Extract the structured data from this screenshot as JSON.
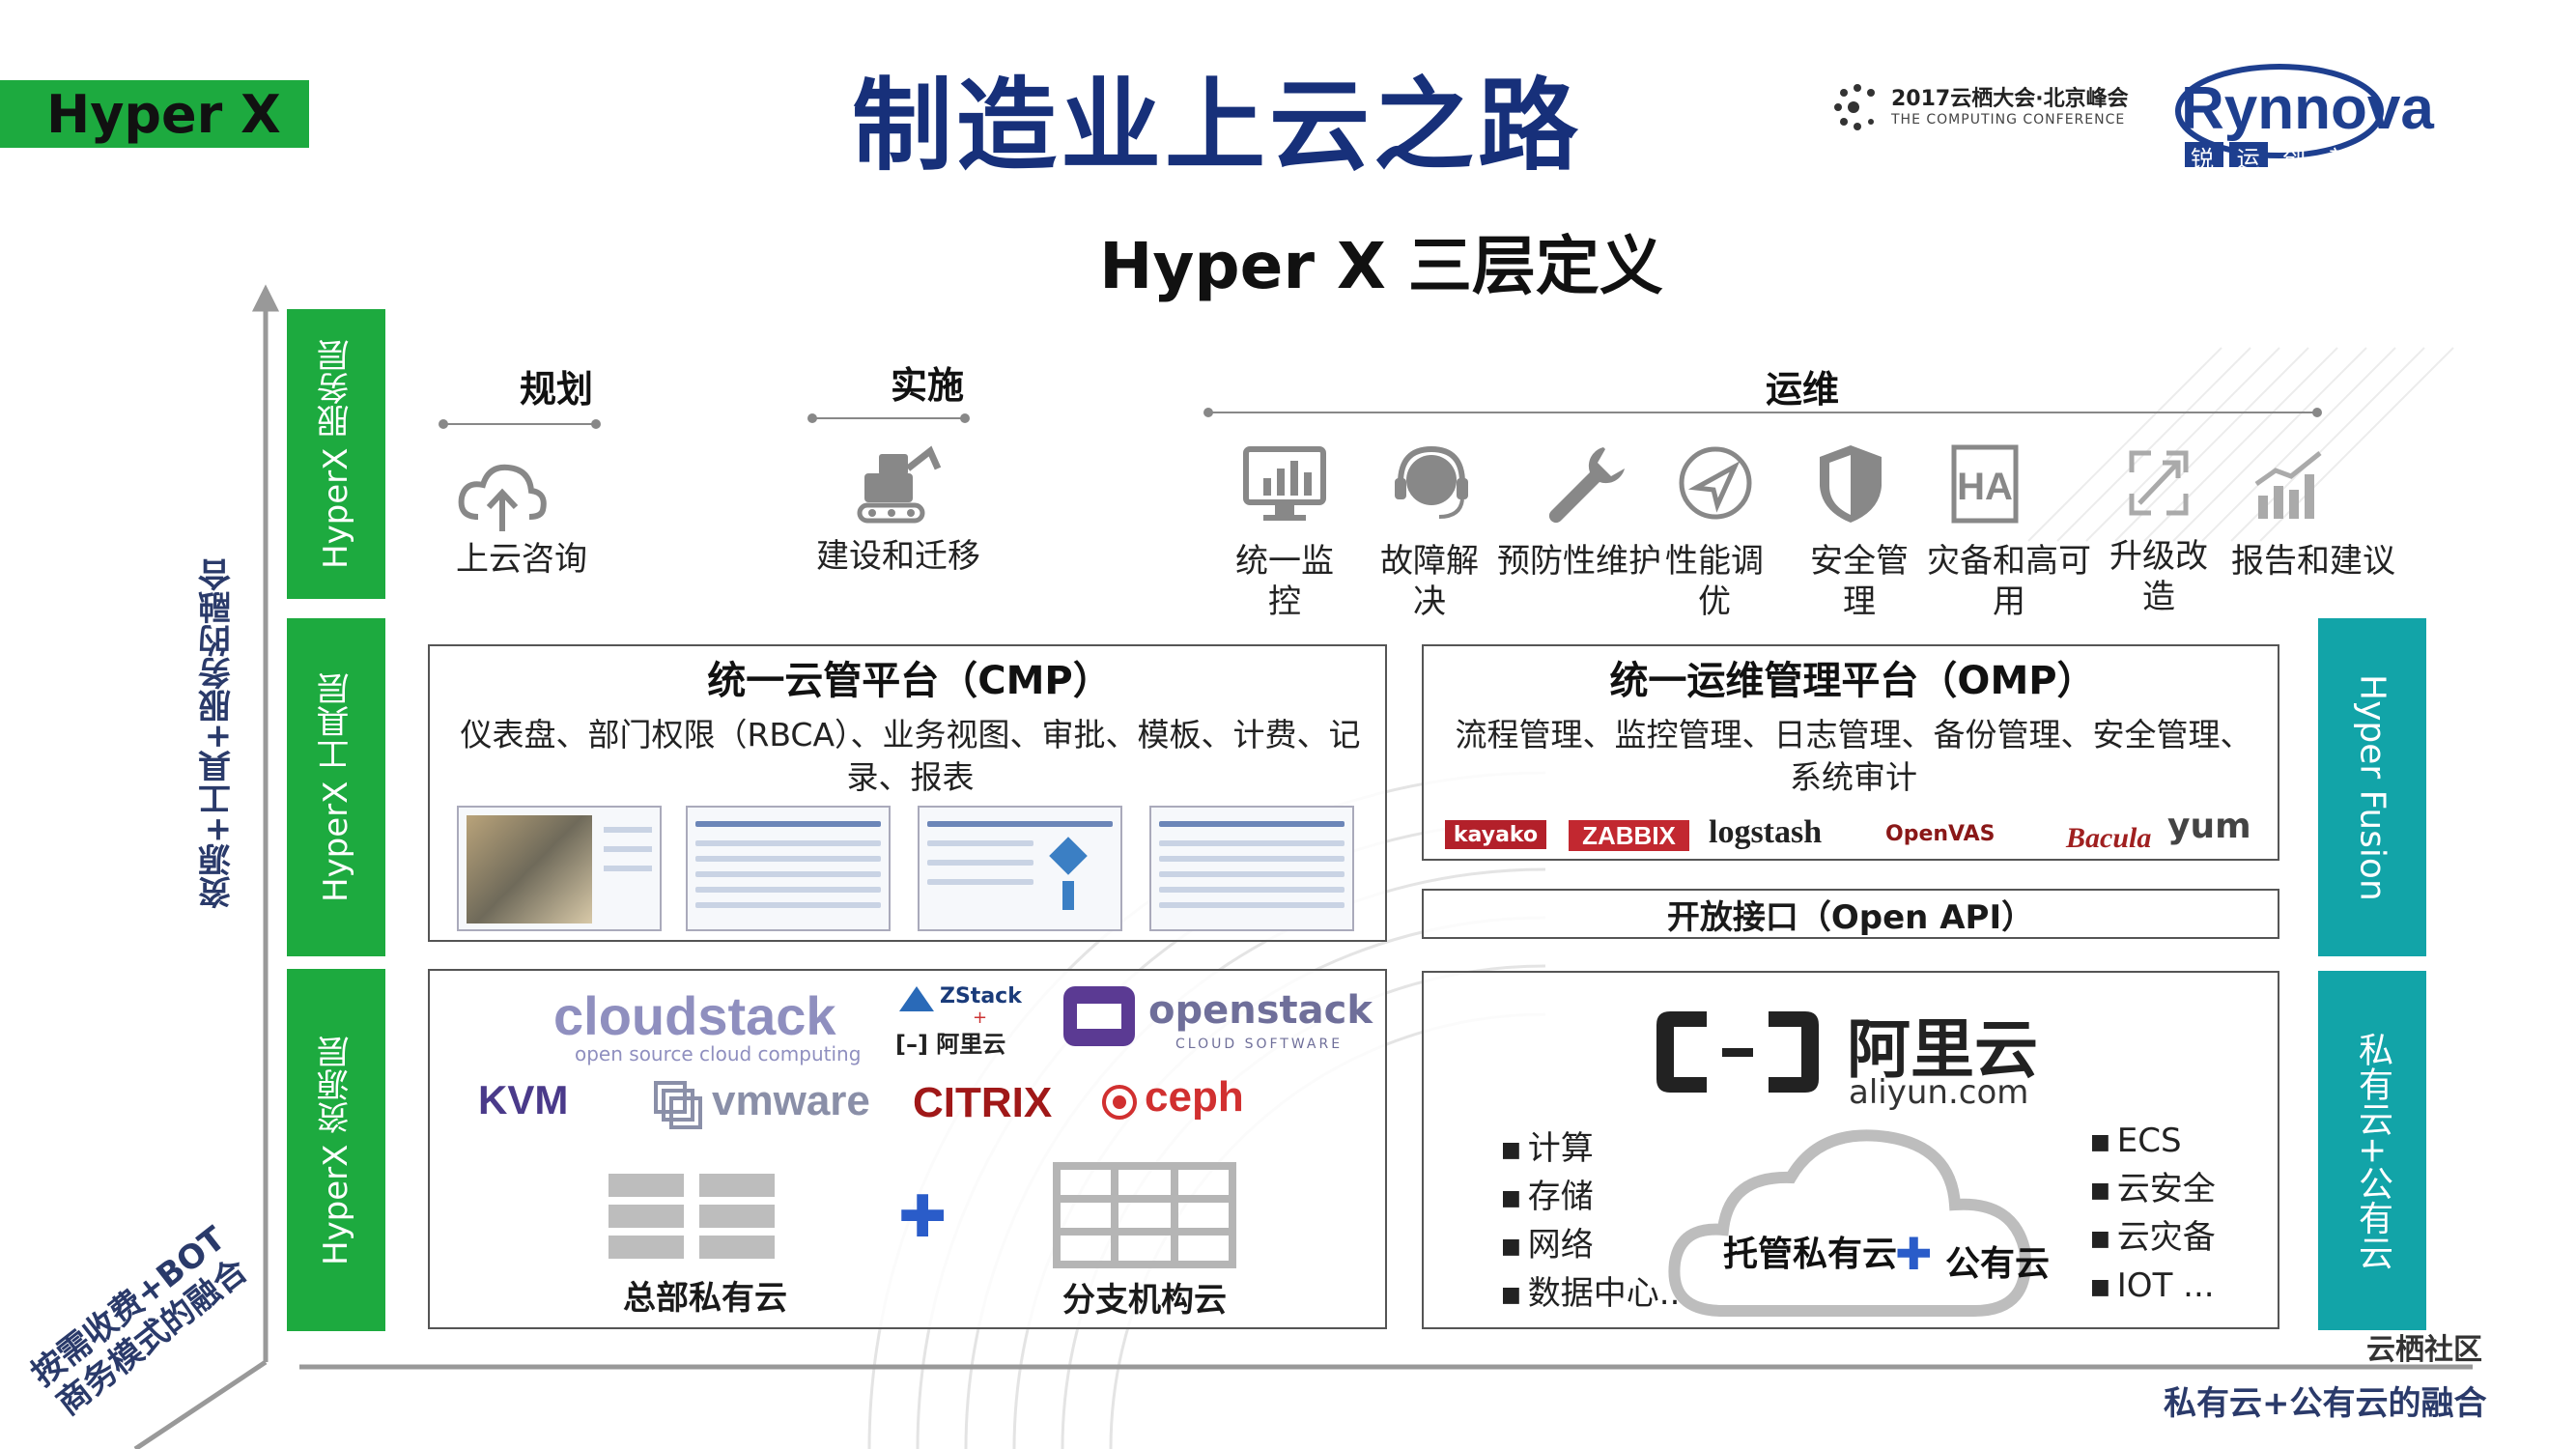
{
  "brand_tab": "Hyper X",
  "main_title": "制造业上云之路",
  "conference": {
    "line1": "2017云栖大会·北京峰会",
    "line2": "THE COMPUTING CONFERENCE"
  },
  "partner_logo": {
    "name": "Rynnova",
    "tagline": "锐 运 创 新 科 技"
  },
  "subtitle": "Hyper X 三层定义",
  "axes": {
    "vertical": "资源+工具+服务的融合",
    "horizontal": "私有云+公有云的融合",
    "corner": "按需收费+BOT商务模式的融合"
  },
  "layers": {
    "service": "HyperX 服务层",
    "tool": "HyperX 工具层",
    "resource": "HyperX 资源层"
  },
  "right_tabs": {
    "fusion": "Hyper Fusion",
    "hybrid": "私有云+公有云"
  },
  "phases": {
    "plan": "规划",
    "implement": "实施",
    "operate": "运维"
  },
  "services": [
    {
      "label": "上云咨询",
      "icon": "cloud-upload-icon"
    },
    {
      "label": "建设和迁移",
      "icon": "excavator-icon"
    },
    {
      "label": "统一监控",
      "icon": "monitor-chart-icon"
    },
    {
      "label": "故障解决",
      "icon": "headset-support-icon"
    },
    {
      "label": "预防性维护",
      "icon": "wrench-icon"
    },
    {
      "label": "性能调优",
      "icon": "compass-icon"
    },
    {
      "label": "安全管理",
      "icon": "shield-icon"
    },
    {
      "label": "灾备和高可用",
      "icon": "ha-icon"
    },
    {
      "label": "升级改造",
      "icon": "expand-arrows-icon"
    },
    {
      "label": "报告和建议",
      "icon": "bar-chart-icon"
    }
  ],
  "cmp": {
    "title": "统一云管平台（CMP）",
    "desc": "仪表盘、部门权限（RBCA）、业务视图、审批、模板、计费、记录、报表"
  },
  "omp": {
    "title": "统一运维管理平台（OMP）",
    "desc": "流程管理、监控管理、日志管理、备份管理、安全管理、系统审计",
    "tools": [
      "kayako",
      "ZABBIX",
      "logstash",
      "OpenVAS",
      "Bacula",
      "yum"
    ]
  },
  "open_api": "开放接口（Open API）",
  "private_cloud": {
    "logos": {
      "cloudstack": "cloudstack",
      "cloudstack_tag": "open source cloud computing",
      "zstack": "ZStack",
      "aliyun_small": "阿里云",
      "openstack": "openstack",
      "openstack_tag": "CLOUD SOFTWARE",
      "kvm": "KVM",
      "vmware": "vmware",
      "citrix": "CITRIX",
      "ceph": "ceph"
    },
    "hq": "总部私有云",
    "branch": "分支机构云"
  },
  "public_cloud": {
    "brand_cn": "阿里云",
    "brand_url": "aliyun.com",
    "left_list": [
      "计算",
      "存储",
      "网络",
      "数据中心..."
    ],
    "right_list": [
      "ECS",
      "云安全",
      "云灾备",
      "IOT ..."
    ],
    "hosted": "托管私有云",
    "public": "公有云"
  },
  "watermark": "云栖社区",
  "colors": {
    "green": "#1daa3f",
    "teal": "#12a4a8",
    "navy": "#17307a",
    "plus_blue": "#2a5cc9"
  }
}
